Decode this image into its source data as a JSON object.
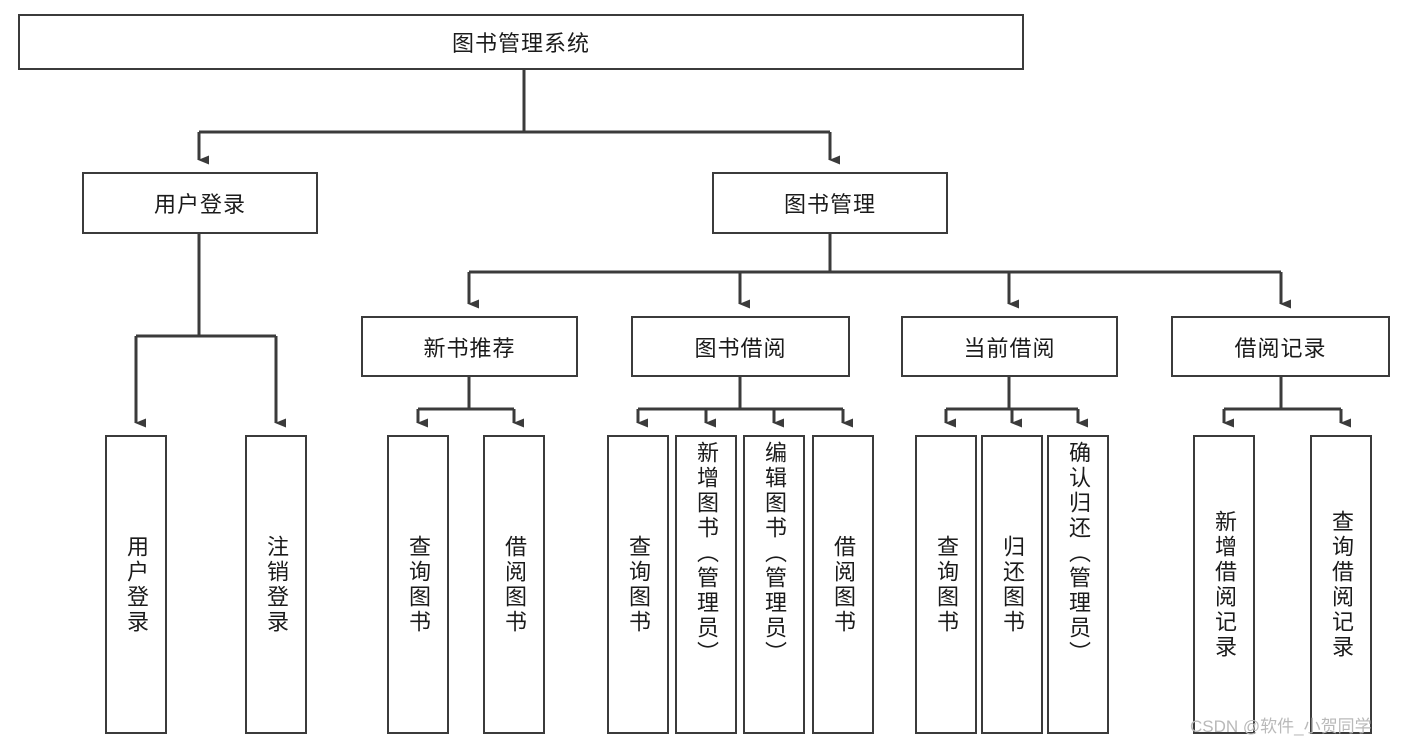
{
  "diagram": {
    "title": "图书管理系统",
    "type": "tree-hierarchy-diagram",
    "colors": {
      "box_border": "#3b3b3b",
      "box_fill": "#ffffff",
      "connector": "#3b3b3b",
      "text": "#1b1b1b",
      "watermark": "#b9b9b9"
    },
    "root": {
      "label": "图书管理系统"
    },
    "level2": [
      {
        "label": "用户登录"
      },
      {
        "label": "图书管理"
      }
    ],
    "level3": [
      {
        "label": "新书推荐"
      },
      {
        "label": "图书借阅"
      },
      {
        "label": "当前借阅"
      },
      {
        "label": "借阅记录"
      }
    ],
    "leaves": {
      "user_login": [
        {
          "label": "用户登录"
        },
        {
          "label": "注销登录"
        }
      ],
      "new_book_recommend": [
        {
          "label": "查询图书"
        },
        {
          "label": "借阅图书"
        }
      ],
      "book_borrow": [
        {
          "label": "查询图书"
        },
        {
          "label": "新增图书（管理员）"
        },
        {
          "label": "编辑图书（管理员）"
        },
        {
          "label": "借阅图书"
        }
      ],
      "current_borrow": [
        {
          "label": "查询图书"
        },
        {
          "label": "归还图书"
        },
        {
          "label": "确认归还（管理员）"
        }
      ],
      "borrow_record": [
        {
          "label": "新增借阅记录"
        },
        {
          "label": "查询借阅记录"
        }
      ]
    }
  },
  "watermark": {
    "text": "CSDN @软件_小贺同学"
  }
}
